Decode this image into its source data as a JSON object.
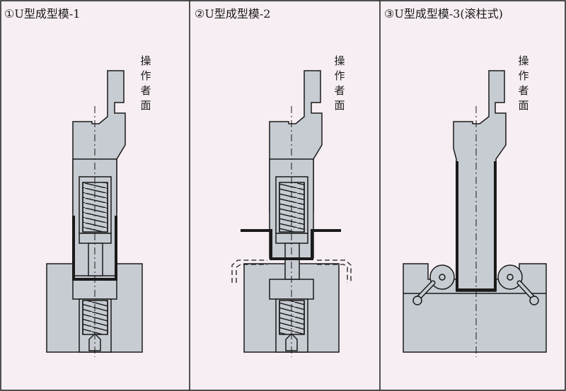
{
  "panels": [
    {
      "title": "①U型成型模-1",
      "side_label": "操作者面"
    },
    {
      "title": "②U型成型模-2",
      "side_label": "操作者面"
    },
    {
      "title": "③U型成型模-3(滚柱式)",
      "side_label": "操作者面"
    }
  ],
  "colors": {
    "background": "#f6eef2",
    "die_fill": "#c7ccd3",
    "line": "#1a1a1a"
  }
}
